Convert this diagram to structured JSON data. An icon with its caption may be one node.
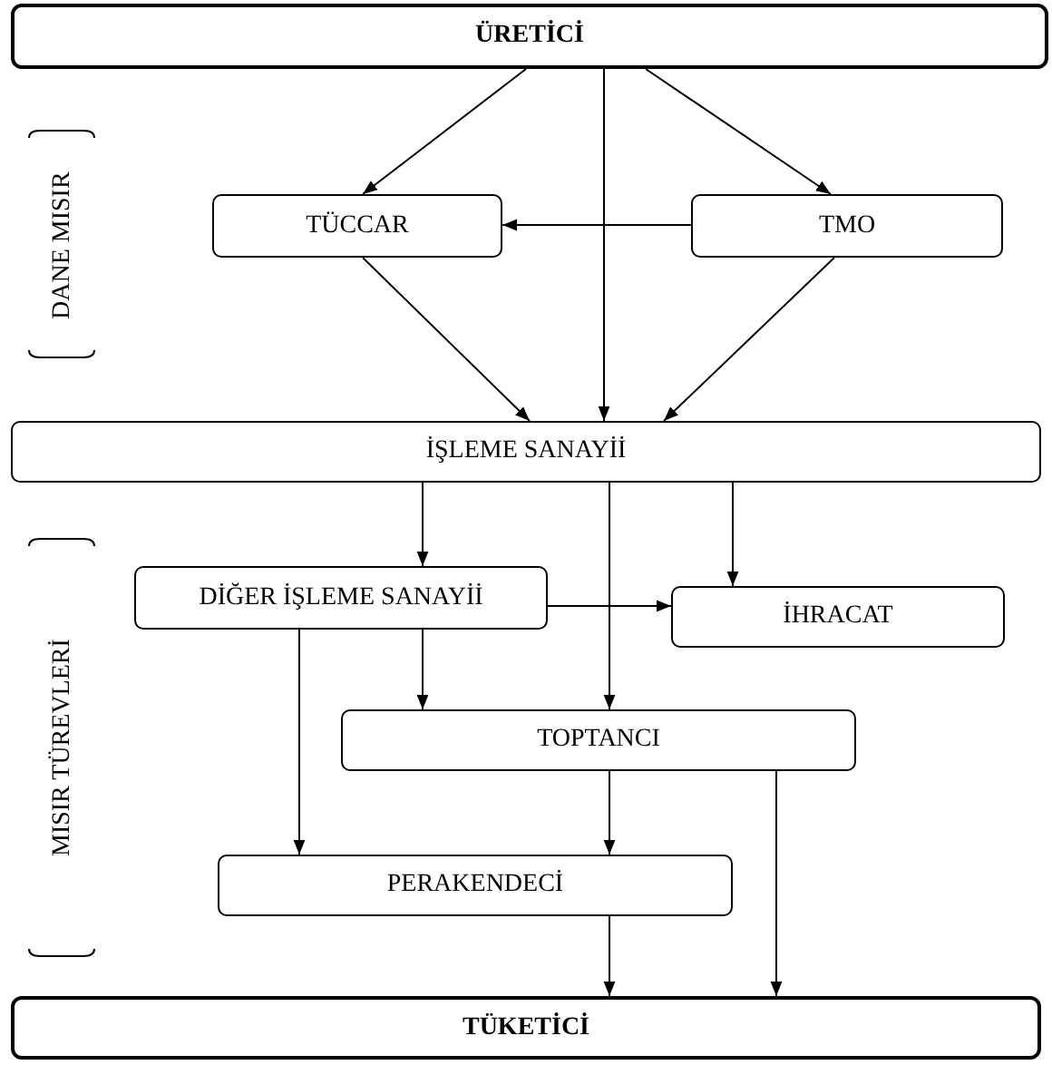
{
  "diagram": {
    "nodes": [
      {
        "text": [
          "ÜRETİCİ"
        ]
      },
      {
        "text": [
          "TÜCCAR"
        ]
      },
      {
        "text": [
          "TMO"
        ]
      },
      {
        "text": [
          "İŞLEME SANAYİİ"
        ]
      },
      {
        "text": [
          "DİĞER İŞLEME SANAYİİ"
        ]
      },
      {
        "text": [
          "İHRACAT"
        ]
      },
      {
        "text": [
          "TOPTANCI"
        ]
      },
      {
        "text": [
          "PERAKENDECİ"
        ]
      },
      {
        "text": [
          "TÜKETİCİ"
        ]
      }
    ],
    "edges": [
      {
        "from": 0,
        "to": 1,
        "arrow": "to"
      },
      {
        "from": 0,
        "to": 3,
        "arrow": "to"
      },
      {
        "from": 0,
        "to": 2,
        "arrow": "to"
      },
      {
        "from": 2,
        "to": 1,
        "arrow": "to"
      },
      {
        "from": 1,
        "to": 3,
        "arrow": "to"
      },
      {
        "from": 2,
        "to": 3,
        "arrow": "to"
      },
      {
        "from": 3,
        "to": 4,
        "arrow": "to"
      },
      {
        "from": 3,
        "to": 6,
        "arrow": "to"
      },
      {
        "from": 3,
        "to": 5,
        "arrow": "to"
      },
      {
        "from": 4,
        "to": 5,
        "arrow": "to"
      },
      {
        "from": 4,
        "to": 6,
        "arrow": "to"
      },
      {
        "from": 4,
        "to": 7,
        "arrow": "to"
      },
      {
        "from": 6,
        "to": 7,
        "arrow": "to"
      },
      {
        "from": 6,
        "to": 8,
        "arrow": "to"
      },
      {
        "from": 7,
        "to": 8,
        "arrow": "to"
      }
    ],
    "labels": [
      "DANE MISIR",
      "MISIR TÜREVLERİ"
    ]
  }
}
